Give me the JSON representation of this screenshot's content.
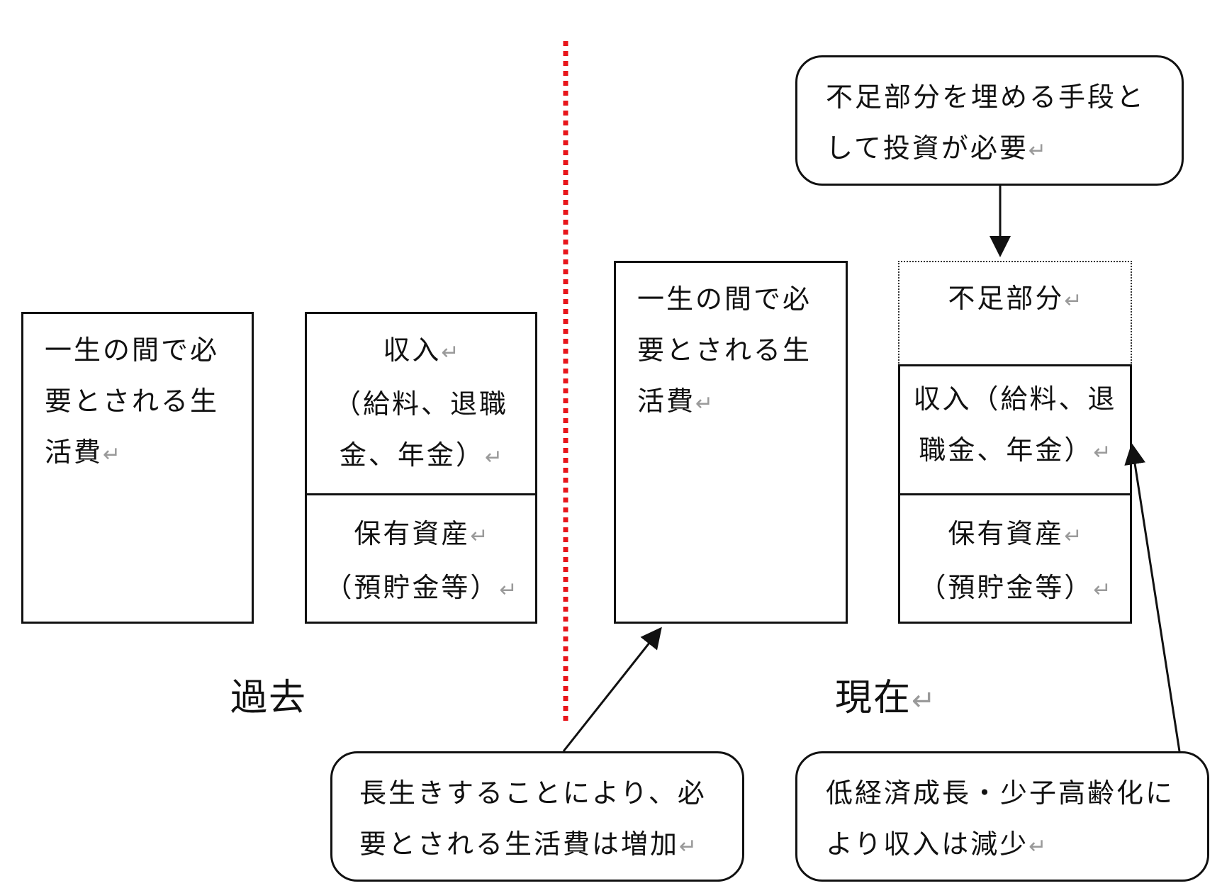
{
  "return_mark": "↵",
  "past": {
    "label": "過去",
    "living_cost": {
      "line1": "一生の間で必",
      "line2": "要とされる生",
      "line3": "活費"
    },
    "income": {
      "line1": "収入",
      "line2": "（給料、退職",
      "line3": "金、年金）"
    },
    "assets": {
      "line1": "保有資産",
      "line2": "（預貯金等）"
    }
  },
  "present": {
    "label": "現在",
    "living_cost": {
      "line1": "一生の間で必",
      "line2": "要とされる生",
      "line3": "活費"
    },
    "shortfall": {
      "line1": "不足部分"
    },
    "income": {
      "line1": "収入（給料、退",
      "line2": "職金、年金）"
    },
    "assets": {
      "line1": "保有資産",
      "line2": "（預貯金等）"
    }
  },
  "callouts": {
    "investment": {
      "line1": "不足部分を埋める手段と",
      "line2": "して投資が必要"
    },
    "longevity": {
      "line1": "長生きすることにより、必",
      "line2": "要とされる生活費は増加"
    },
    "low_growth": {
      "line1": "低経済成長・少子高齢化に",
      "line2": "より収入は減少"
    }
  },
  "colors": {
    "divider": "#e8161b",
    "border": "#111111",
    "return_mark": "#9a9a9a"
  }
}
